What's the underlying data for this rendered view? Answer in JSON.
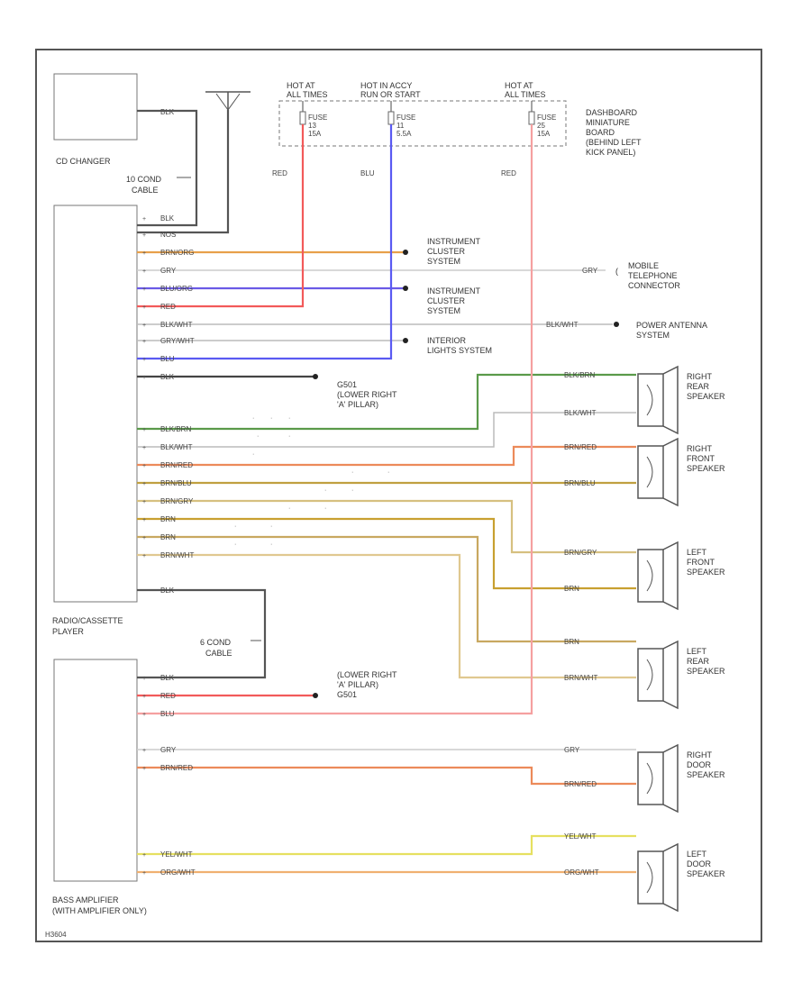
{
  "components": {
    "cd_changer": "CD CHANGER",
    "cable10": [
      "10 COND",
      "CABLE"
    ],
    "radio": [
      "RADIO/CASSETTE",
      "PLAYER"
    ],
    "cable6": [
      "6 COND",
      "CABLE"
    ],
    "bass_amp": [
      "BASS AMPLIFIER",
      "(WITH AMPLIFIER ONLY)"
    ],
    "fuse_box": [
      "DASHBOARD",
      "MINIATURE",
      "BOARD",
      "(BEHIND LEFT",
      "KICK PANEL)"
    ],
    "footer": "H3604"
  },
  "fuses": [
    {
      "hot": [
        "HOT AT",
        "ALL TIMES"
      ],
      "fuse": [
        "FUSE",
        "13",
        "15A"
      ],
      "wire": "RED",
      "color": "#f25a5a"
    },
    {
      "hot": [
        "HOT IN ACCY",
        "RUN OR START"
      ],
      "fuse": [
        "FUSE",
        "11",
        "5.5A"
      ],
      "wire": "BLU",
      "color": "#5a5af2"
    },
    {
      "hot": [
        "HOT AT",
        "ALL TIMES"
      ],
      "fuse": [
        "FUSE",
        "25",
        "15A"
      ],
      "wire": "RED",
      "color": "#f5a0a0"
    }
  ],
  "radio_wires": [
    {
      "label": "BLK",
      "color": "#555555"
    },
    {
      "label": "NOS",
      "color": "#555555"
    },
    {
      "label": "BRN/ORG",
      "color": "#e8a04a"
    },
    {
      "label": "GRY",
      "color": "#cccccc"
    },
    {
      "label": "BLU/ORG",
      "color": "#6a5ae6"
    },
    {
      "label": "RED",
      "color": "#f25a5a"
    },
    {
      "label": "BLK/WHT",
      "color": "#bbbbbb"
    },
    {
      "label": "GRY/WHT",
      "color": "#bbbbbb"
    },
    {
      "label": "BLU",
      "color": "#5a5af2"
    },
    {
      "label": "BLK",
      "color": "#444444"
    }
  ],
  "destinations": [
    {
      "lines": [
        "INSTRUMENT",
        "CLUSTER",
        "SYSTEM"
      ]
    },
    {
      "lines": [
        "INSTRUMENT",
        "CLUSTER",
        "SYSTEM"
      ]
    },
    {
      "lines": [
        "INTERIOR",
        "LIGHTS SYSTEM"
      ]
    },
    {
      "lines": [
        "G501",
        "(LOWER RIGHT",
        "'A' PILLAR)"
      ]
    }
  ],
  "right_connectors": [
    {
      "wire": "GRY",
      "lines": [
        "MOBILE",
        "TELEPHONE",
        "CONNECTOR"
      ]
    },
    {
      "wire": "BLK/WHT",
      "lines": [
        "POWER ANTENNA",
        "SYSTEM"
      ]
    }
  ],
  "speaker_wires": [
    {
      "label": "BLK/BRN",
      "color": "#5a9a4a"
    },
    {
      "label": "BLK/WHT",
      "color": "#bbbbbb"
    },
    {
      "label": "BRN/RED",
      "color": "#ec8a5a"
    },
    {
      "label": "BRN/BLU",
      "color": "#c0a040"
    },
    {
      "label": "BRN/GRY",
      "color": "#d6c080"
    },
    {
      "label": "BRN",
      "color": "#c8a030"
    },
    {
      "label": "BRN",
      "color": "#c8a860"
    },
    {
      "label": "BRN/WHT",
      "color": "#e0c890"
    }
  ],
  "speakers": [
    {
      "lines": [
        "RIGHT",
        "REAR",
        "SPEAKER"
      ],
      "wires": [
        "BLK/BRN",
        "BLK/WHT"
      ]
    },
    {
      "lines": [
        "RIGHT",
        "FRONT",
        "SPEAKER"
      ],
      "wires": [
        "BRN/RED",
        "BRN/BLU"
      ]
    },
    {
      "lines": [
        "LEFT",
        "FRONT",
        "SPEAKER"
      ],
      "wires": [
        "BRN/GRY",
        "BRN"
      ]
    },
    {
      "lines": [
        "LEFT",
        "REAR",
        "SPEAKER"
      ],
      "wires": [
        "BRN",
        "BRN/WHT"
      ]
    },
    {
      "lines": [
        "RIGHT",
        "DOOR",
        "SPEAKER"
      ],
      "wires": [
        "GRY",
        "BRN/RED"
      ]
    },
    {
      "lines": [
        "LEFT",
        "DOOR",
        "SPEAKER"
      ],
      "wires": [
        "YEL/WHT",
        "ORG/WHT"
      ]
    }
  ],
  "amp_wires": [
    {
      "label": "BLK",
      "color": "#555555"
    },
    {
      "label": "RED",
      "color": "#f25a5a"
    },
    {
      "label": "BLU",
      "color": "#f5a0a0"
    },
    {
      "label": "GRY",
      "color": "#cccccc"
    },
    {
      "label": "BRN/RED",
      "color": "#ec8a5a"
    },
    {
      "label": "YEL/WHT",
      "color": "#e6e060"
    },
    {
      "label": "ORG/WHT",
      "color": "#f0b070"
    }
  ],
  "amp_ground": [
    "(LOWER RIGHT",
    "'A' PILLAR)",
    "G501"
  ],
  "cd_wire": "BLK"
}
